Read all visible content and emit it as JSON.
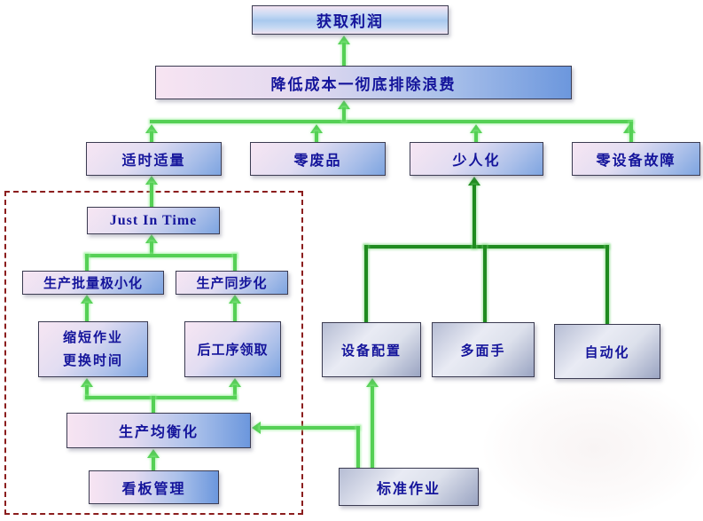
{
  "nodes": {
    "profit": {
      "label": "获取利润"
    },
    "cost": {
      "label": "降低成本一彻底排除浪费"
    },
    "timely": {
      "label": "适时适量"
    },
    "zero_defect": {
      "label": "零废品"
    },
    "fewer_workers": {
      "label": "少人化"
    },
    "zero_failure": {
      "label": "零设备故障"
    },
    "jit": {
      "label": "Just In Time"
    },
    "small_batch": {
      "label": "生产批量极小化"
    },
    "sync": {
      "label": "生产同步化"
    },
    "changeover": {
      "label": "缩短作业\n更换时间"
    },
    "withdrawal": {
      "label": "后工序领取"
    },
    "leveling": {
      "label": "生产均衡化"
    },
    "kanban": {
      "label": "看板管理"
    },
    "equipment_layout": {
      "label": "设备配置"
    },
    "multi_skilled": {
      "label": "多面手"
    },
    "autonomation": {
      "label": "自动化"
    },
    "standard_work": {
      "label": "标准作业"
    }
  },
  "edges": [
    {
      "from": "cost",
      "to": "profit"
    },
    {
      "from": "timely",
      "to": "cost"
    },
    {
      "from": "zero_defect",
      "to": "cost"
    },
    {
      "from": "fewer_workers",
      "to": "cost"
    },
    {
      "from": "zero_failure",
      "to": "cost"
    },
    {
      "from": "jit",
      "to": "timely"
    },
    {
      "from": "small_batch",
      "to": "jit"
    },
    {
      "from": "sync",
      "to": "jit"
    },
    {
      "from": "changeover",
      "to": "small_batch"
    },
    {
      "from": "withdrawal",
      "to": "sync"
    },
    {
      "from": "leveling",
      "to": "changeover"
    },
    {
      "from": "leveling",
      "to": "withdrawal"
    },
    {
      "from": "kanban",
      "to": "leveling"
    },
    {
      "from": "standard_work",
      "to": "leveling"
    },
    {
      "from": "standard_work",
      "to": "equipment_layout"
    },
    {
      "from": "equipment_layout",
      "to": "fewer_workers"
    },
    {
      "from": "multi_skilled",
      "to": "fewer_workers"
    },
    {
      "from": "autonomation",
      "to": "fewer_workers"
    }
  ],
  "colors": {
    "light_green_line": "#55d055",
    "dark_green_line": "#1f8b1f",
    "dashed_frame": "#8b1d1d",
    "node_text": "#14149b"
  }
}
